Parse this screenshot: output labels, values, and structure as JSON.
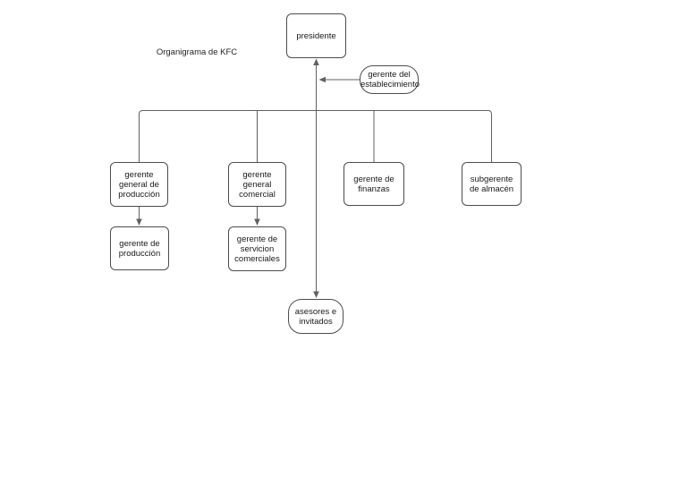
{
  "diagram": {
    "title": "Organigrama de KFC",
    "nodes": {
      "presidente": {
        "label": "presidente",
        "shape": "rectangle"
      },
      "gerente_establecimiento": {
        "label": "gerente del\nestablecimiento",
        "shape": "rounded"
      },
      "gerente_general_produccion": {
        "label": "gerente\ngeneral de\nproducción",
        "shape": "rectangle"
      },
      "gerente_general_comercial": {
        "label": "gerente\ngeneral\ncomercial",
        "shape": "rectangle"
      },
      "gerente_finanzas": {
        "label": "gerente de\nfinanzas",
        "shape": "rectangle"
      },
      "subgerente_almacen": {
        "label": "subgerente\nde almacén",
        "shape": "rectangle"
      },
      "gerente_produccion": {
        "label": "gerente de\nproducción",
        "shape": "rectangle"
      },
      "gerente_servicion_comerciales": {
        "label": "gerente de\nservicion\ncomerciales",
        "shape": "rectangle"
      },
      "asesores_invitados": {
        "label": "asesores e\ninvitados",
        "shape": "rounded"
      }
    },
    "edges": [
      "children-to-presidente (arrow up into presidente, continues down to asesores e invitados)",
      "gerente del establecimiento -> main vertical line (arrow left)",
      "horizontal rail to gerente general de producción",
      "horizontal rail to gerente general comercial",
      "horizontal rail to gerente de finanzas",
      "horizontal rail to subgerente de almacén",
      "gerente general de producción -> gerente de producción (arrow down)",
      "gerente general comercial -> gerente de servicion comerciales (arrow down)"
    ],
    "colors": {
      "background": "#ffffff",
      "node_fill": "#ffffff",
      "node_border": "#4d4d4d",
      "connector": "#616161",
      "text": "#1a1a1a"
    }
  }
}
